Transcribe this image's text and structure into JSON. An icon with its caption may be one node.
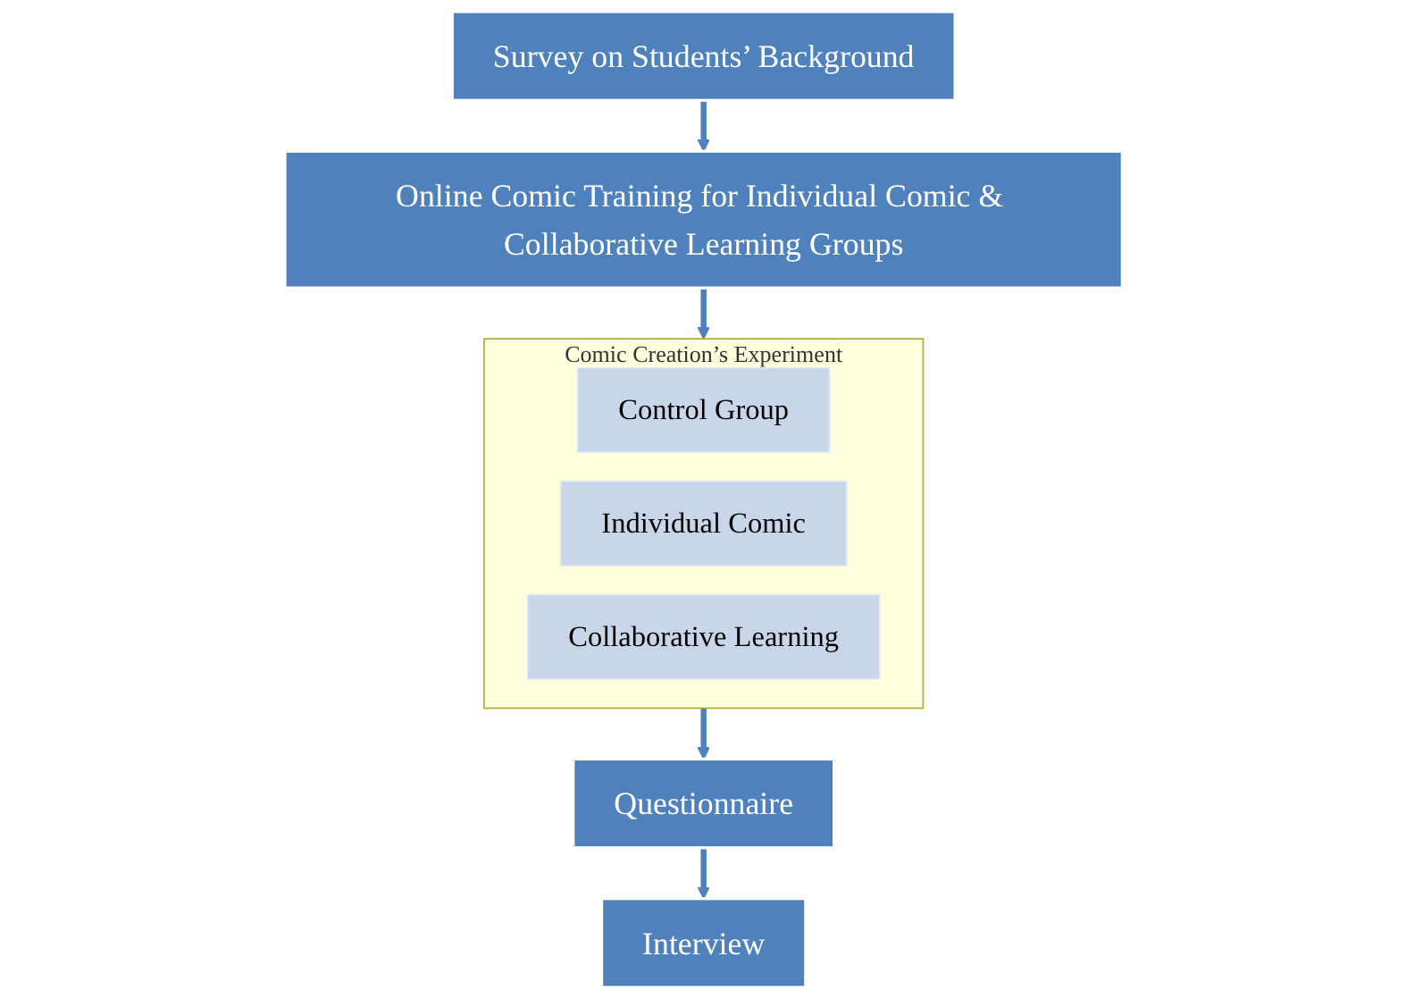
{
  "diagram": {
    "nodes": [
      {
        "text": [
          "Survey on Students’ Background"
        ]
      },
      {
        "text": [
          "Online Comic Training for Individual Comic & Collaborative Learning Groups"
        ]
      },
      {
        "text": [
          "Comic Creation’s Experiment"
        ]
      },
      {
        "text": [
          "Control Group"
        ],
        "in": 2
      },
      {
        "text": [
          "Individual Comic"
        ],
        "in": 2
      },
      {
        "text": [
          "Collaborative Learning"
        ],
        "in": 2
      },
      {
        "text": [
          "Questionnaire"
        ]
      },
      {
        "text": [
          "Interview"
        ]
      }
    ],
    "edges": [
      {
        "from": 0,
        "to": 1,
        "arrow": "to"
      },
      {
        "from": 1,
        "to": 2,
        "arrow": "to"
      },
      {
        "from": 2,
        "to": 6,
        "arrow": "to"
      },
      {
        "from": 6,
        "to": 7,
        "arrow": "to"
      }
    ]
  }
}
